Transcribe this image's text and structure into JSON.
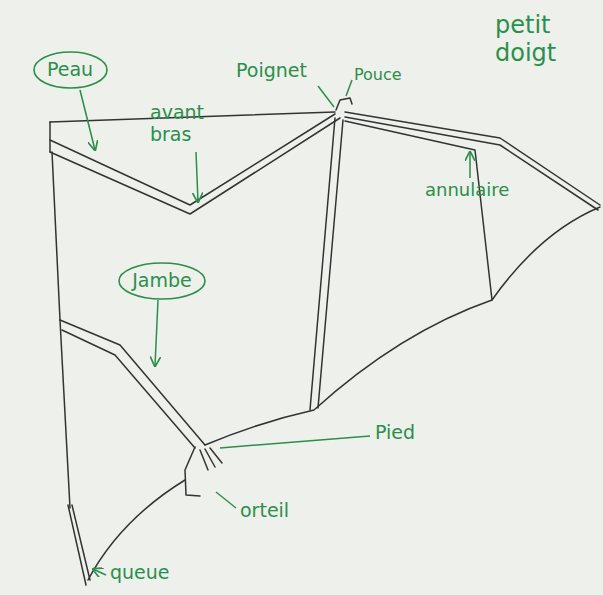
{
  "diagram": {
    "nodes": [
      {
        "text": [
          "Peau"
        ]
      },
      {
        "text": [
          "Jambe"
        ]
      }
    ],
    "labels": [
      "Poignet",
      "Pouce",
      "petit doigt",
      "avant bras",
      "annulaire",
      "Pied",
      "orteil",
      "queue"
    ]
  }
}
